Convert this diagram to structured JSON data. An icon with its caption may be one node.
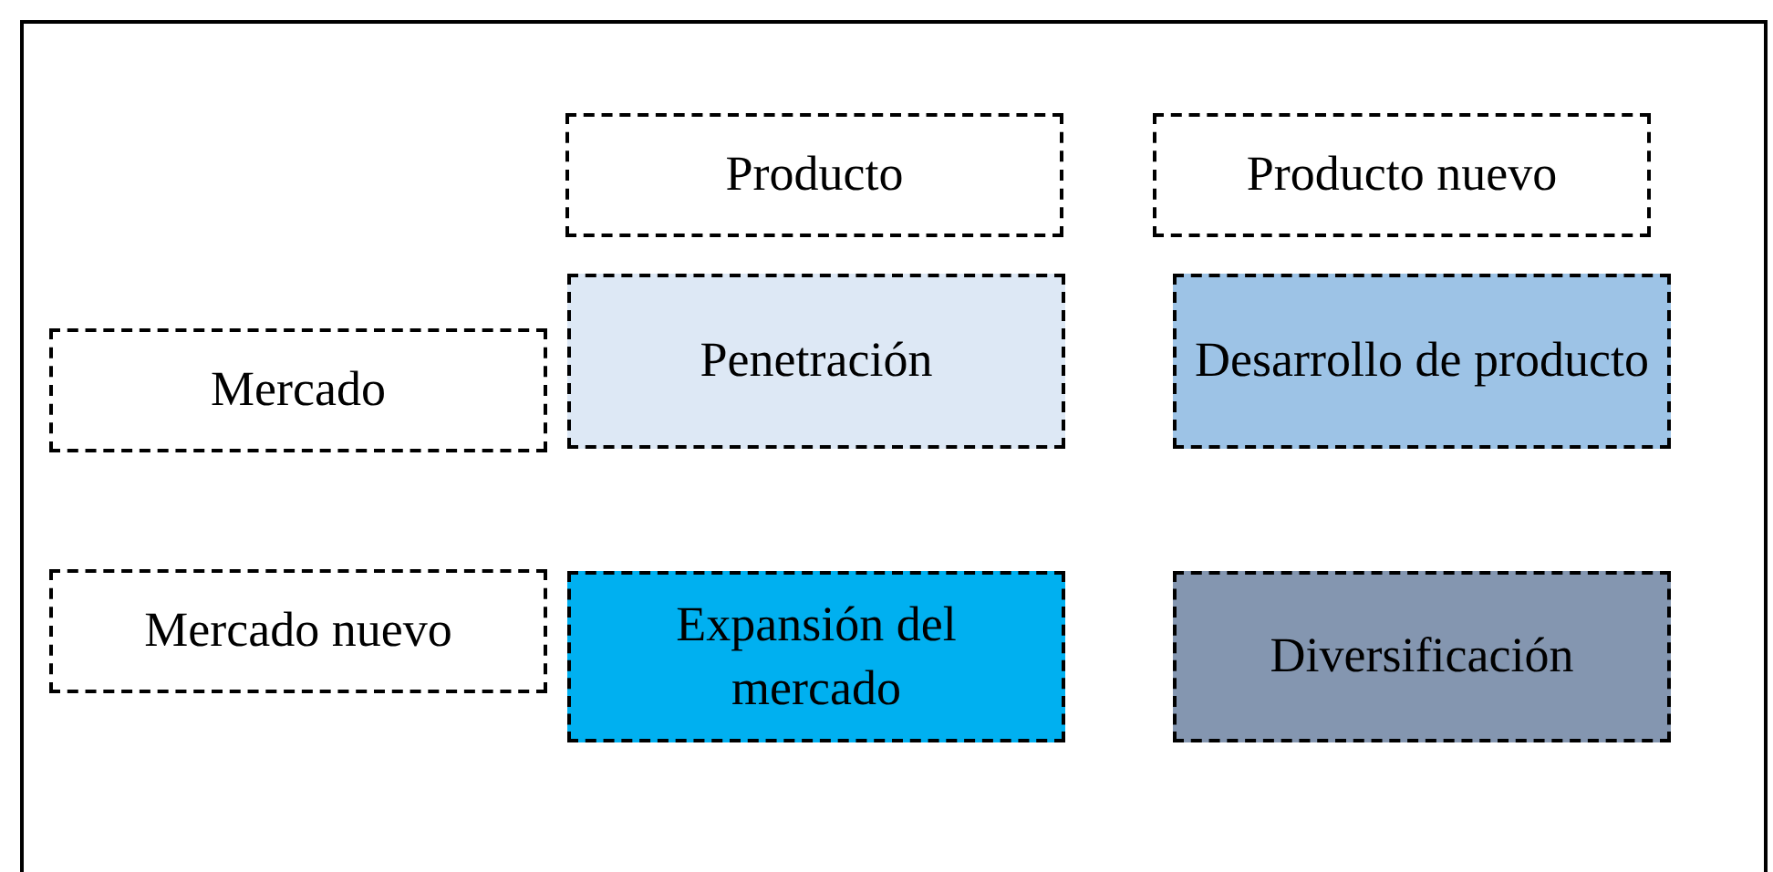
{
  "diagram": {
    "nodes": [
      {
        "text": [
          "Producto"
        ]
      },
      {
        "text": [
          "Producto nuevo"
        ]
      },
      {
        "text": [
          "Mercado"
        ]
      },
      {
        "text": [
          "Penetración"
        ]
      },
      {
        "text": [
          "Desarrollo de producto"
        ]
      },
      {
        "text": [
          "Mercado nuevo"
        ]
      },
      {
        "text": [
          "Expansión del mercado"
        ]
      },
      {
        "text": [
          "Diversificación"
        ]
      }
    ]
  }
}
